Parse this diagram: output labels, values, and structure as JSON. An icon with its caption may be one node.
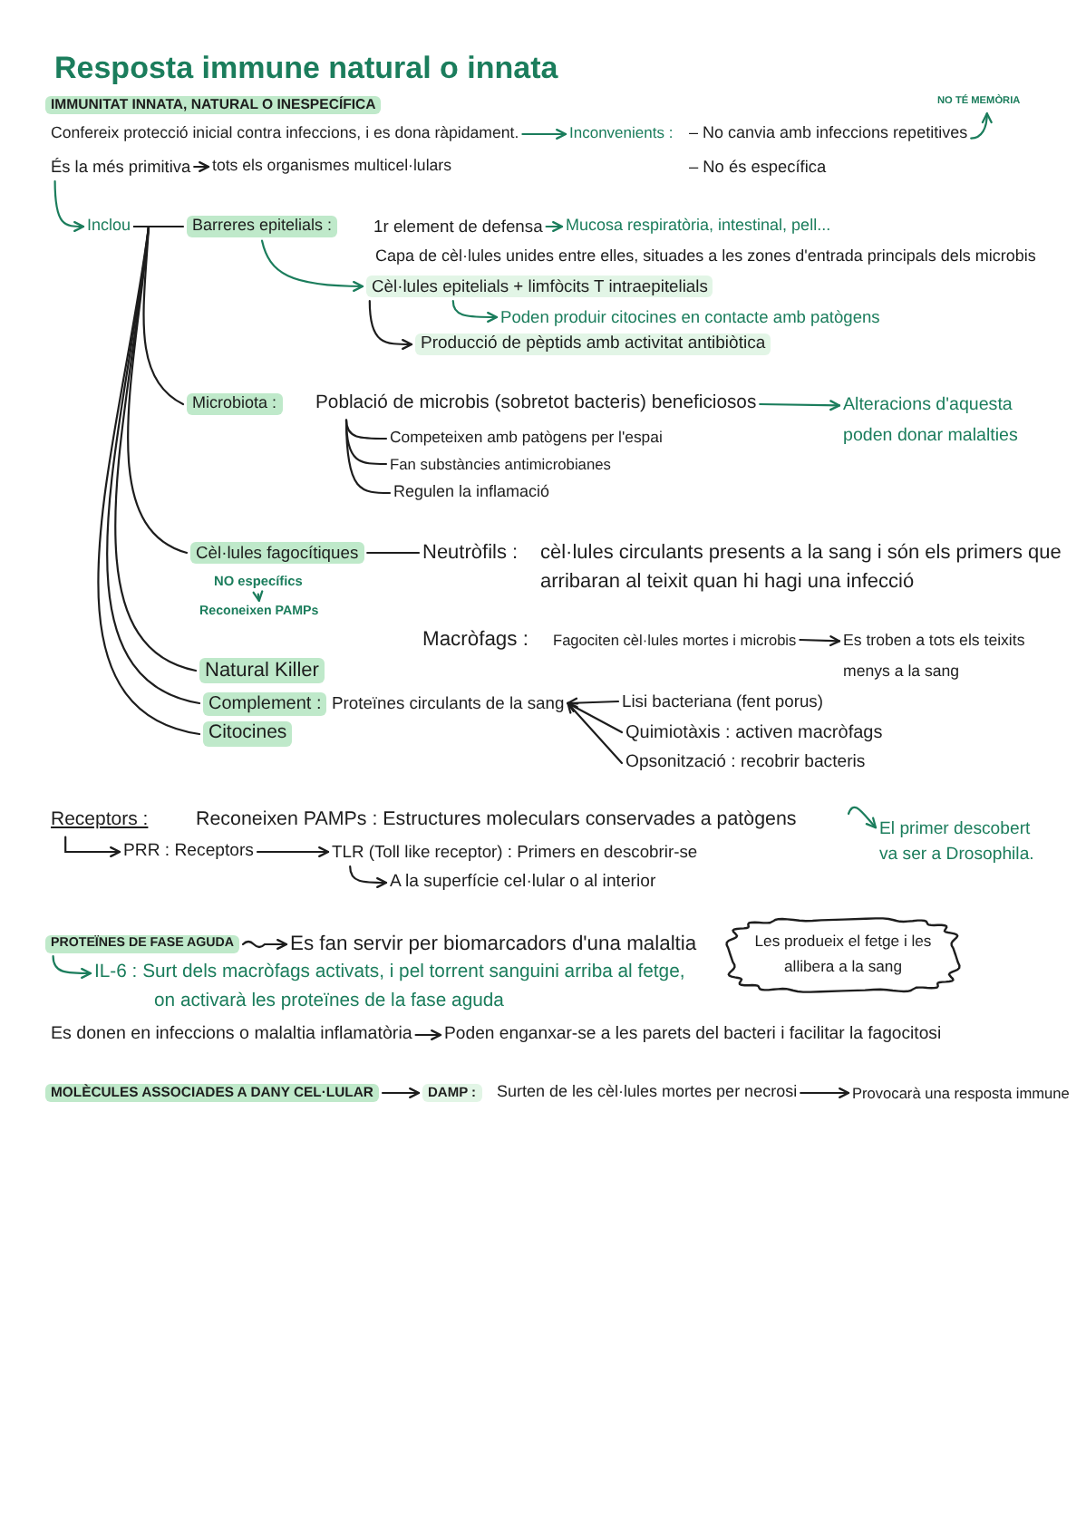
{
  "diagram": {
    "title": "Resposta immune natural o innata",
    "nodes": [
      {
        "text": [
          "IMMUNITAT INNATA, NATURAL O INESPECÍFICA"
        ]
      },
      {
        "text": [
          "NO TÉ MEMÒRIA"
        ]
      },
      {
        "text": [
          "Confereix protecció inicial contra infeccions, i es dona ràpidament."
        ]
      },
      {
        "text": [
          "Inconvenients :"
        ]
      },
      {
        "text": [
          "– No canvia amb infeccions repetitives"
        ]
      },
      {
        "text": [
          "És la més primitiva"
        ]
      },
      {
        "text": [
          "tots els organismes multicel·lulars"
        ]
      },
      {
        "text": [
          "Inclou"
        ]
      },
      {
        "text": [
          "Barreres epitelials :"
        ]
      },
      {
        "text": [
          "1r element de defensa"
        ]
      },
      {
        "text": [
          "Mucosa respiratòria, intestinal, pell..."
        ]
      },
      {
        "text": [
          "Cèl·lules epitelials + limfòcits T intraepitelials"
        ]
      },
      {
        "text": [
          "Poden produir citocines en contacte amb patògens"
        ]
      },
      {
        "text": [
          "Producció de pèptids amb activitat antibiòtica"
        ]
      },
      {
        "text": [
          "Microbiota :"
        ]
      },
      {
        "text": [
          "Població de microbis (sobretot bacteris) beneficiosos"
        ]
      },
      {
        "text": [
          "Alteracions d'aquesta poden donar malalties"
        ]
      },
      {
        "text": [
          "Competeixen amb patògens per l'espai"
        ]
      },
      {
        "text": [
          "Fan substàncies antimicrobianes"
        ]
      },
      {
        "text": [
          "Regulen la inflamació"
        ]
      },
      {
        "text": [
          "Cèl·lules fagocítiques"
        ]
      },
      {
        "text": [
          "Neutròfils :"
        ]
      },
      {
        "text": [
          "NO específics"
        ]
      },
      {
        "text": [
          "Reconeixen PAMPs"
        ]
      },
      {
        "text": [
          "Fagociten cèl·lules mortes i microbis"
        ]
      },
      {
        "text": [
          "Es troben a tots els teixits menys a la sang"
        ]
      },
      {
        "text": [
          "Natural Killer"
        ]
      },
      {
        "text": [
          "Complement :"
        ]
      },
      {
        "text": [
          "Proteïnes circulants de la sang"
        ]
      },
      {
        "text": [
          "Lisi bacteriana (fent porus)"
        ]
      },
      {
        "text": [
          "Citocines"
        ]
      },
      {
        "text": [
          "Quimiotàxis : activen macròfags"
        ]
      },
      {
        "text": [
          "Opsonització : recobrir bacteris"
        ]
      },
      {
        "text": [
          "Receptors :"
        ]
      },
      {
        "text": [
          "El primer descobert va ser a Drosophila."
        ]
      },
      {
        "text": [
          "PRR : Receptors"
        ]
      },
      {
        "text": [
          "TLR (Toll like receptor) : Primers en descobrir-se"
        ]
      },
      {
        "text": [
          "A la superfície cel·lular o al interior"
        ]
      },
      {
        "text": [
          "Les produeix el fetge i les allibera a la sang"
        ]
      },
      {
        "text": [
          "PROTEÏNES DE FASE AGUDA"
        ]
      },
      {
        "text": [
          "Es fan servir per biomarcadors d'una malaltia"
        ]
      },
      {
        "text": [
          "IL-6 : Surt dels macròfags activats, i pel torrent sanguini arriba al fetge, on activarà les proteïnes de la fase aguda"
        ]
      },
      {
        "text": [
          "Es donen en infeccions o malaltia inflamatòria"
        ]
      },
      {
        "text": [
          "Poden enganxar-se a les parets del bacteri i facilitar la fagocitosi"
        ]
      },
      {
        "text": [
          "MOLÈCULES ASSOCIADES A DANY CEL·LULAR"
        ]
      },
      {
        "text": [
          "DAMP :"
        ]
      },
      {
        "text": [
          "Surten de les cèl·lules mortes per necrosi"
        ]
      },
      {
        "text": [
          "Provocarà una resposta immune"
        ]
      }
    ],
    "edges": [
      {
        "from": 2,
        "to": 3,
        "arrow": "to",
        "color": "#1b7d5c"
      },
      {
        "from": 4,
        "to": 1,
        "arrow": "to",
        "color": "#1b7d5c"
      },
      {
        "from": 5,
        "to": 6,
        "arrow": "to"
      },
      {
        "from": 5,
        "to": 7,
        "arrow": "to",
        "color": "#1b7d5c"
      },
      {
        "from": 7,
        "to": 8,
        "arrow": "none"
      },
      {
        "from": 7,
        "to": 14,
        "arrow": "none"
      },
      {
        "from": 7,
        "to": 20,
        "arrow": "none"
      },
      {
        "from": 7,
        "to": 26,
        "arrow": "none"
      },
      {
        "from": 7,
        "to": 27,
        "arrow": "none"
      },
      {
        "from": 7,
        "to": 30,
        "arrow": "none"
      },
      {
        "from": 9,
        "to": 10,
        "arrow": "to",
        "color": "#1b7d5c"
      },
      {
        "from": 8,
        "to": 11,
        "arrow": "to",
        "color": "#1b7d5c"
      },
      {
        "from": 11,
        "to": 12,
        "arrow": "to",
        "color": "#1b7d5c"
      },
      {
        "from": 11,
        "to": 13,
        "arrow": "to"
      },
      {
        "from": 15,
        "to": 16,
        "arrow": "to",
        "color": "#1b7d5c"
      },
      {
        "from": 15,
        "to": 17,
        "arrow": "none"
      },
      {
        "from": 15,
        "to": 18,
        "arrow": "none"
      },
      {
        "from": 15,
        "to": 19,
        "arrow": "none"
      },
      {
        "from": 20,
        "to": 21,
        "arrow": "none"
      },
      {
        "from": 22,
        "to": 23,
        "arrow": "to",
        "color": "#1b7d5c"
      },
      {
        "from": 24,
        "to": 25,
        "arrow": "to"
      },
      {
        "from": 29,
        "to": 28,
        "arrow": "to"
      },
      {
        "from": 31,
        "to": 28,
        "arrow": "to"
      },
      {
        "from": 32,
        "to": 28,
        "arrow": "to"
      },
      {
        "from": 33,
        "to": 35,
        "arrow": "to"
      },
      {
        "from": 35,
        "to": 36,
        "arrow": "to"
      },
      {
        "from": 36,
        "to": 37,
        "arrow": "to"
      },
      {
        "from": null,
        "to": 34,
        "arrow": "to",
        "color": "#1b7d5c"
      },
      {
        "from": 39,
        "to": 40,
        "arrow": "to"
      },
      {
        "from": 39,
        "to": 41,
        "arrow": "to",
        "color": "#1b7d5c"
      },
      {
        "from": 42,
        "to": 43,
        "arrow": "to"
      },
      {
        "from": 44,
        "to": 45,
        "arrow": "to"
      },
      {
        "from": 46,
        "to": 47,
        "arrow": "to"
      }
    ],
    "labels": [
      "– No és específica",
      "Capa de cèl·lules unides entre elles, situades a les zones d'entrada principals dels microbis",
      "cèl·lules circulants presents a la sang i són els primers que arribaran al teixit quan hi hagi una infecció",
      "Macròfags :",
      "Reconeixen PAMPs : Estructures moleculars conservades a patògens"
    ]
  }
}
